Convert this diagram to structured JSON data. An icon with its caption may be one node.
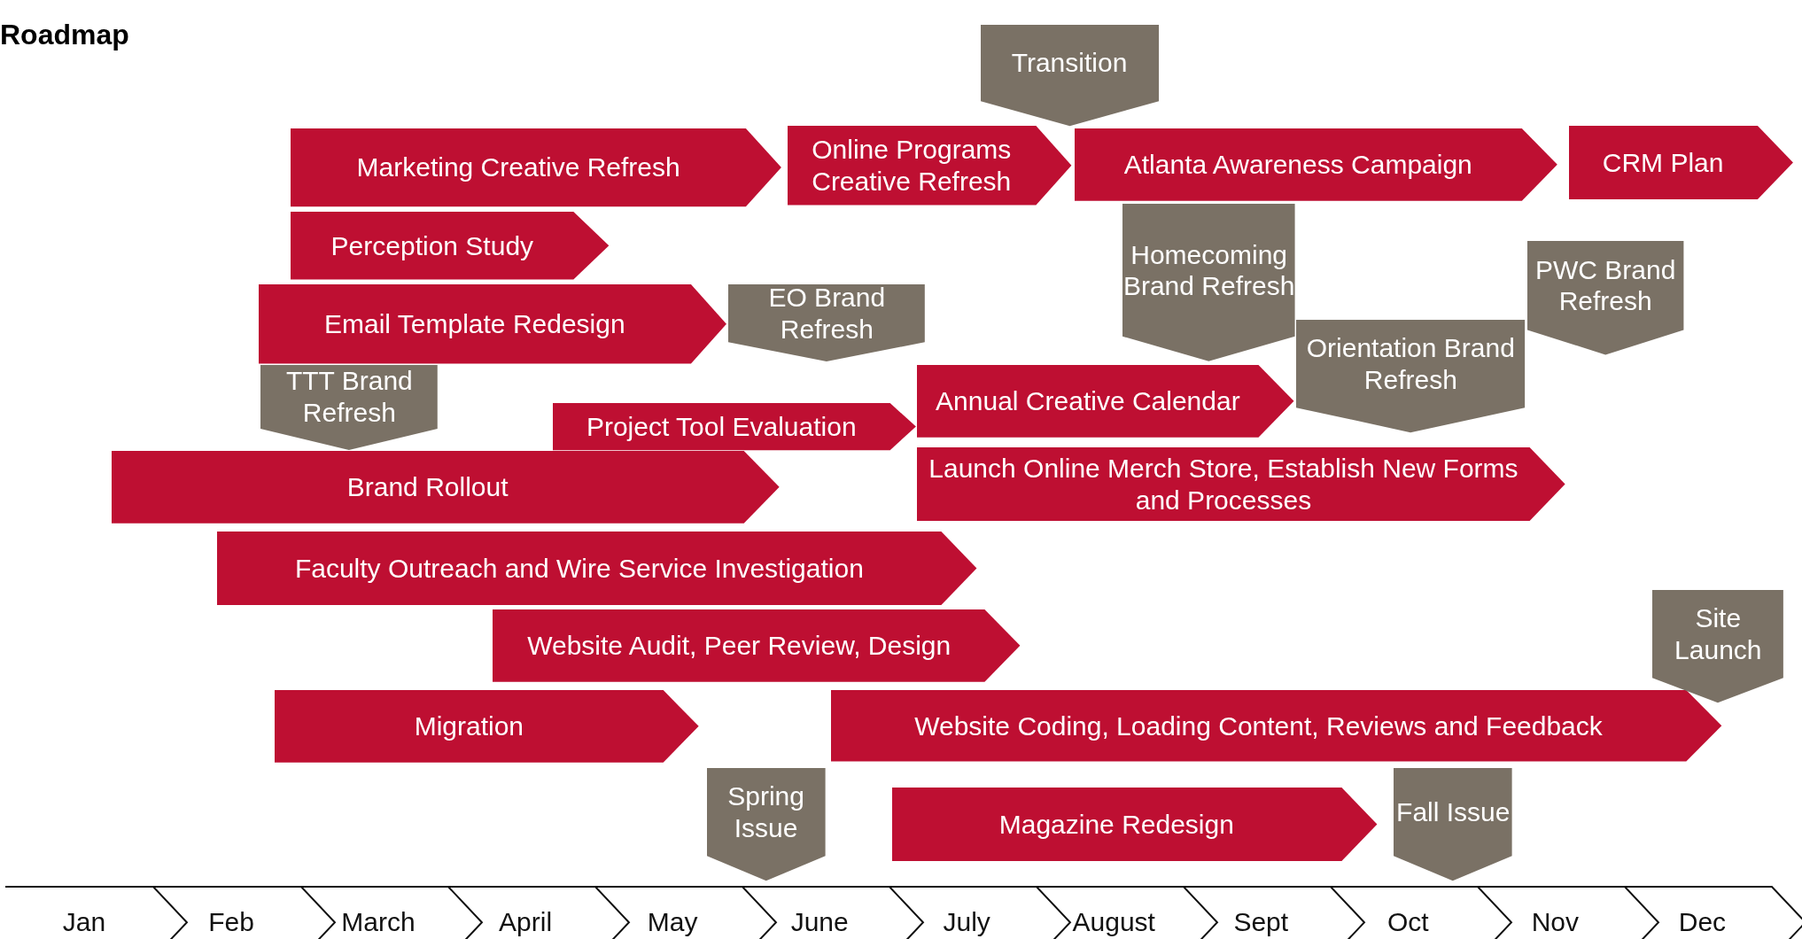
{
  "diagram": {
    "title": "Roadmap",
    "nodes": [
      {
        "text": [
          "Marketing Creative Refresh"
        ]
      },
      {
        "text": [
          "Online Programs Creative Refresh"
        ]
      },
      {
        "text": [
          "Transition"
        ]
      },
      {
        "text": [
          "Atlanta Awareness Campaign"
        ]
      },
      {
        "text": [
          "CRM Plan"
        ]
      },
      {
        "text": [
          "Perception Study"
        ]
      },
      {
        "text": [
          "Homecoming Brand Refresh"
        ]
      },
      {
        "text": [
          "PWC Brand Refresh"
        ]
      },
      {
        "text": [
          "Email Template Redesign"
        ]
      },
      {
        "text": [
          "EO Brand Refresh"
        ]
      },
      {
        "text": [
          "Orientation Brand Refresh"
        ]
      },
      {
        "text": [
          "TTT Brand Refresh"
        ]
      },
      {
        "text": [
          "Annual Creative Calendar"
        ]
      },
      {
        "text": [
          "Project Tool Evaluation"
        ]
      },
      {
        "text": [
          "Brand Rollout"
        ]
      },
      {
        "text": [
          "Launch Online Merch Store, Establish New Forms and Processes"
        ]
      },
      {
        "text": [
          "Faculty Outreach and Wire Service Investigation"
        ]
      },
      {
        "text": [
          "Website Audit, Peer Review, Design"
        ]
      },
      {
        "text": [
          "Site Launch"
        ]
      },
      {
        "text": [
          "Migration"
        ]
      },
      {
        "text": [
          "Website Coding, Loading Content, Reviews and Feedback"
        ]
      },
      {
        "text": [
          "Spring Issue"
        ]
      },
      {
        "text": [
          "Magazine Redesign"
        ]
      },
      {
        "text": [
          "Fall Issue"
        ]
      },
      {
        "text": [
          "Jan"
        ]
      },
      {
        "text": [
          "Feb"
        ]
      },
      {
        "text": [
          "March"
        ]
      },
      {
        "text": [
          "April"
        ]
      },
      {
        "text": [
          "May"
        ]
      },
      {
        "text": [
          "June"
        ]
      },
      {
        "text": [
          "July"
        ]
      },
      {
        "text": [
          "August"
        ]
      },
      {
        "text": [
          "Sept"
        ]
      },
      {
        "text": [
          "Oct"
        ]
      },
      {
        "text": [
          "Nov"
        ]
      },
      {
        "text": [
          "Dec"
        ]
      }
    ]
  }
}
